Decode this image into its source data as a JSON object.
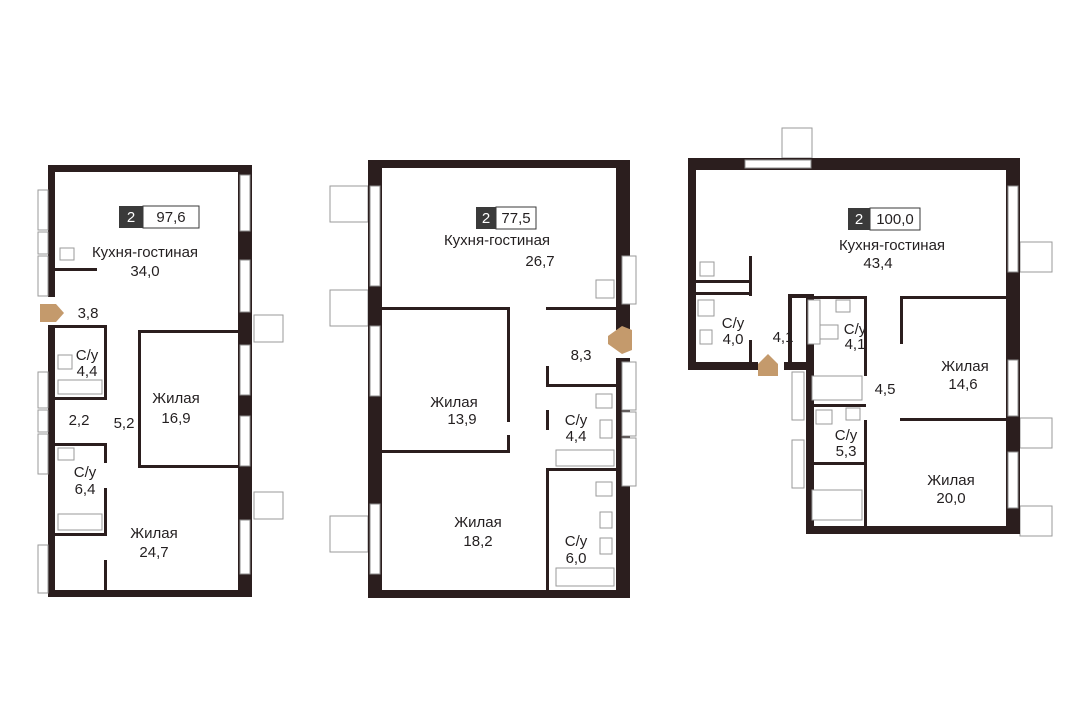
{
  "colors": {
    "wall": "#2b1e1e",
    "entrance_marker": "#c49a6c",
    "badge_bg": "#3a3a3a",
    "text": "#231f20"
  },
  "apartments": [
    {
      "rooms": "2",
      "area": "97,6",
      "labels": {
        "kitchen_name": "Кухня-гостиная",
        "kitchen_area": "34,0",
        "hall_area": "3,8",
        "bath1_name": "С/у",
        "bath1_area": "4,4",
        "closet_area": "2,2",
        "corridor_area": "5,2",
        "bedroom1_name": "Жилая",
        "bedroom1_area": "16,9",
        "bath2_name": "С/у",
        "bath2_area": "6,4",
        "bedroom2_name": "Жилая",
        "bedroom2_area": "24,7"
      }
    },
    {
      "rooms": "2",
      "area": "77,5",
      "labels": {
        "kitchen_name": "Кухня-гостиная",
        "kitchen_area": "26,7",
        "hall_area": "8,3",
        "bedroom1_name": "Жилая",
        "bedroom1_area": "13,9",
        "bath1_name": "С/у",
        "bath1_area": "4,4",
        "bedroom2_name": "Жилая",
        "bedroom2_area": "18,2",
        "bath2_name": "С/у",
        "bath2_area": "6,0"
      }
    },
    {
      "rooms": "2",
      "area": "100,0",
      "labels": {
        "kitchen_name": "Кухня-гостиная",
        "kitchen_area": "43,4",
        "bath1_name": "С/у",
        "bath1_area": "4,0",
        "hall_area": "4,1",
        "bath2_name": "С/у",
        "bath2_area": "4,1",
        "corridor_area": "4,5",
        "bedroom1_name": "Жилая",
        "bedroom1_area": "14,6",
        "bath3_name": "С/у",
        "bath3_area": "5,3",
        "bedroom2_name": "Жилая",
        "bedroom2_area": "20,0"
      }
    }
  ]
}
